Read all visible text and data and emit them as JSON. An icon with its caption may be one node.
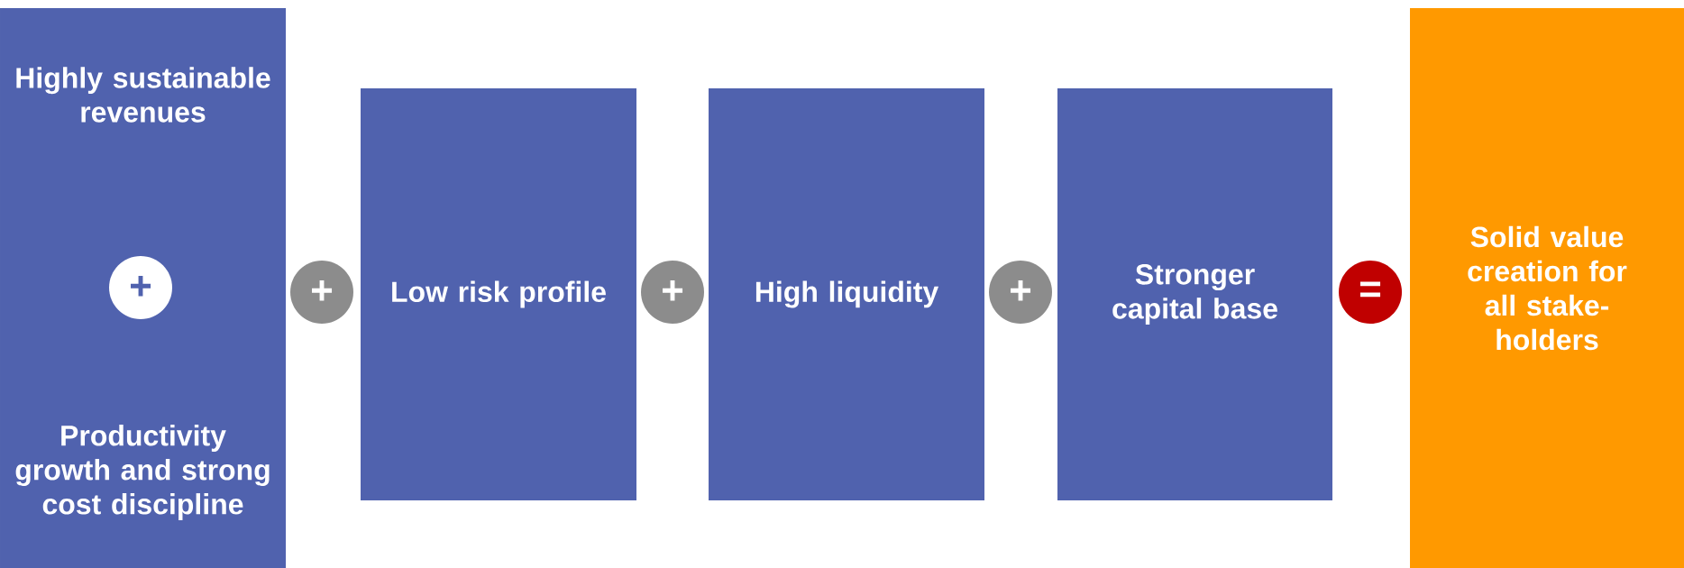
{
  "diagram": {
    "nodes": [
      {
        "text": [
          "Highly sustainable revenues",
          "Productivity growth and strong cost discipline"
        ]
      },
      {
        "text": [
          "+"
        ],
        "in": 0
      },
      {
        "text": [
          "+"
        ]
      },
      {
        "text": [
          "Low risk profile"
        ]
      },
      {
        "text": [
          "+"
        ]
      },
      {
        "text": [
          "High liquidity"
        ]
      },
      {
        "text": [
          "+"
        ]
      },
      {
        "text": [
          "Stronger capital base"
        ]
      },
      {
        "text": [
          "="
        ]
      },
      {
        "text": [
          "Solid value creation for all stake-holders"
        ]
      }
    ]
  }
}
